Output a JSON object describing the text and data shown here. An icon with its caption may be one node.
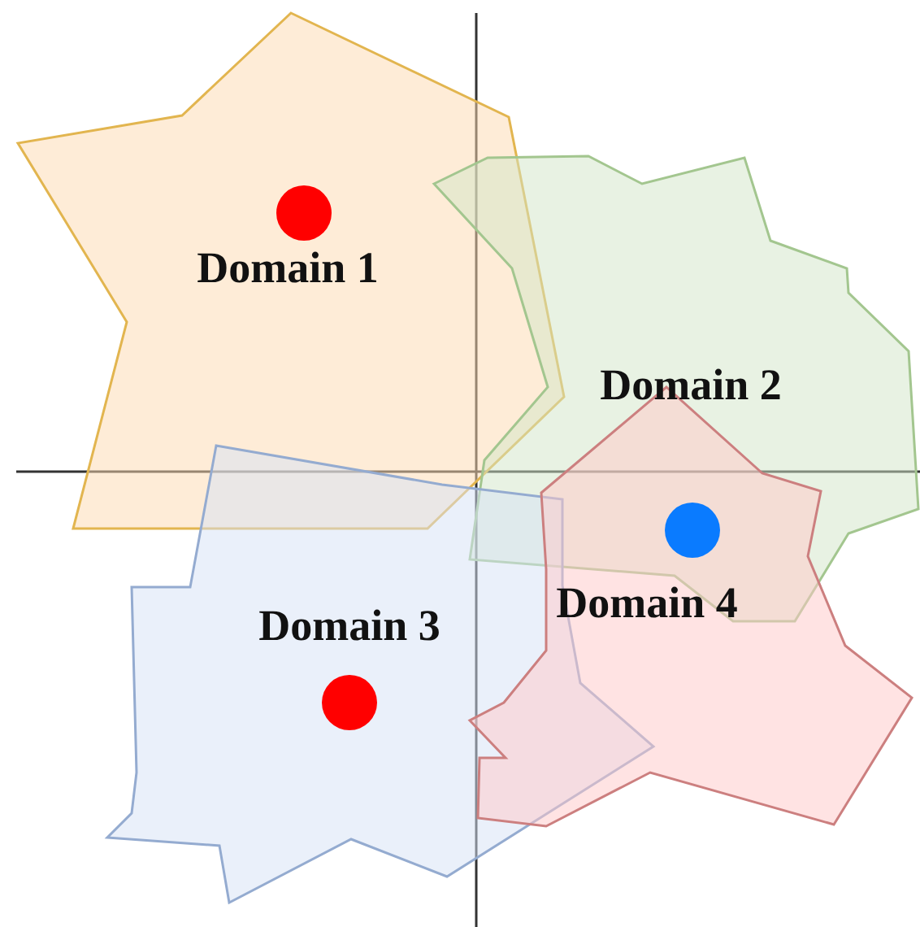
{
  "diagram": {
    "nodes": [
      {
        "text": [
          "Domain 1"
        ]
      },
      {
        "text": [
          "Domain 2"
        ]
      },
      {
        "text": [
          "Domain 3"
        ]
      },
      {
        "text": [
          "Domain 4"
        ]
      }
    ],
    "edges": []
  }
}
